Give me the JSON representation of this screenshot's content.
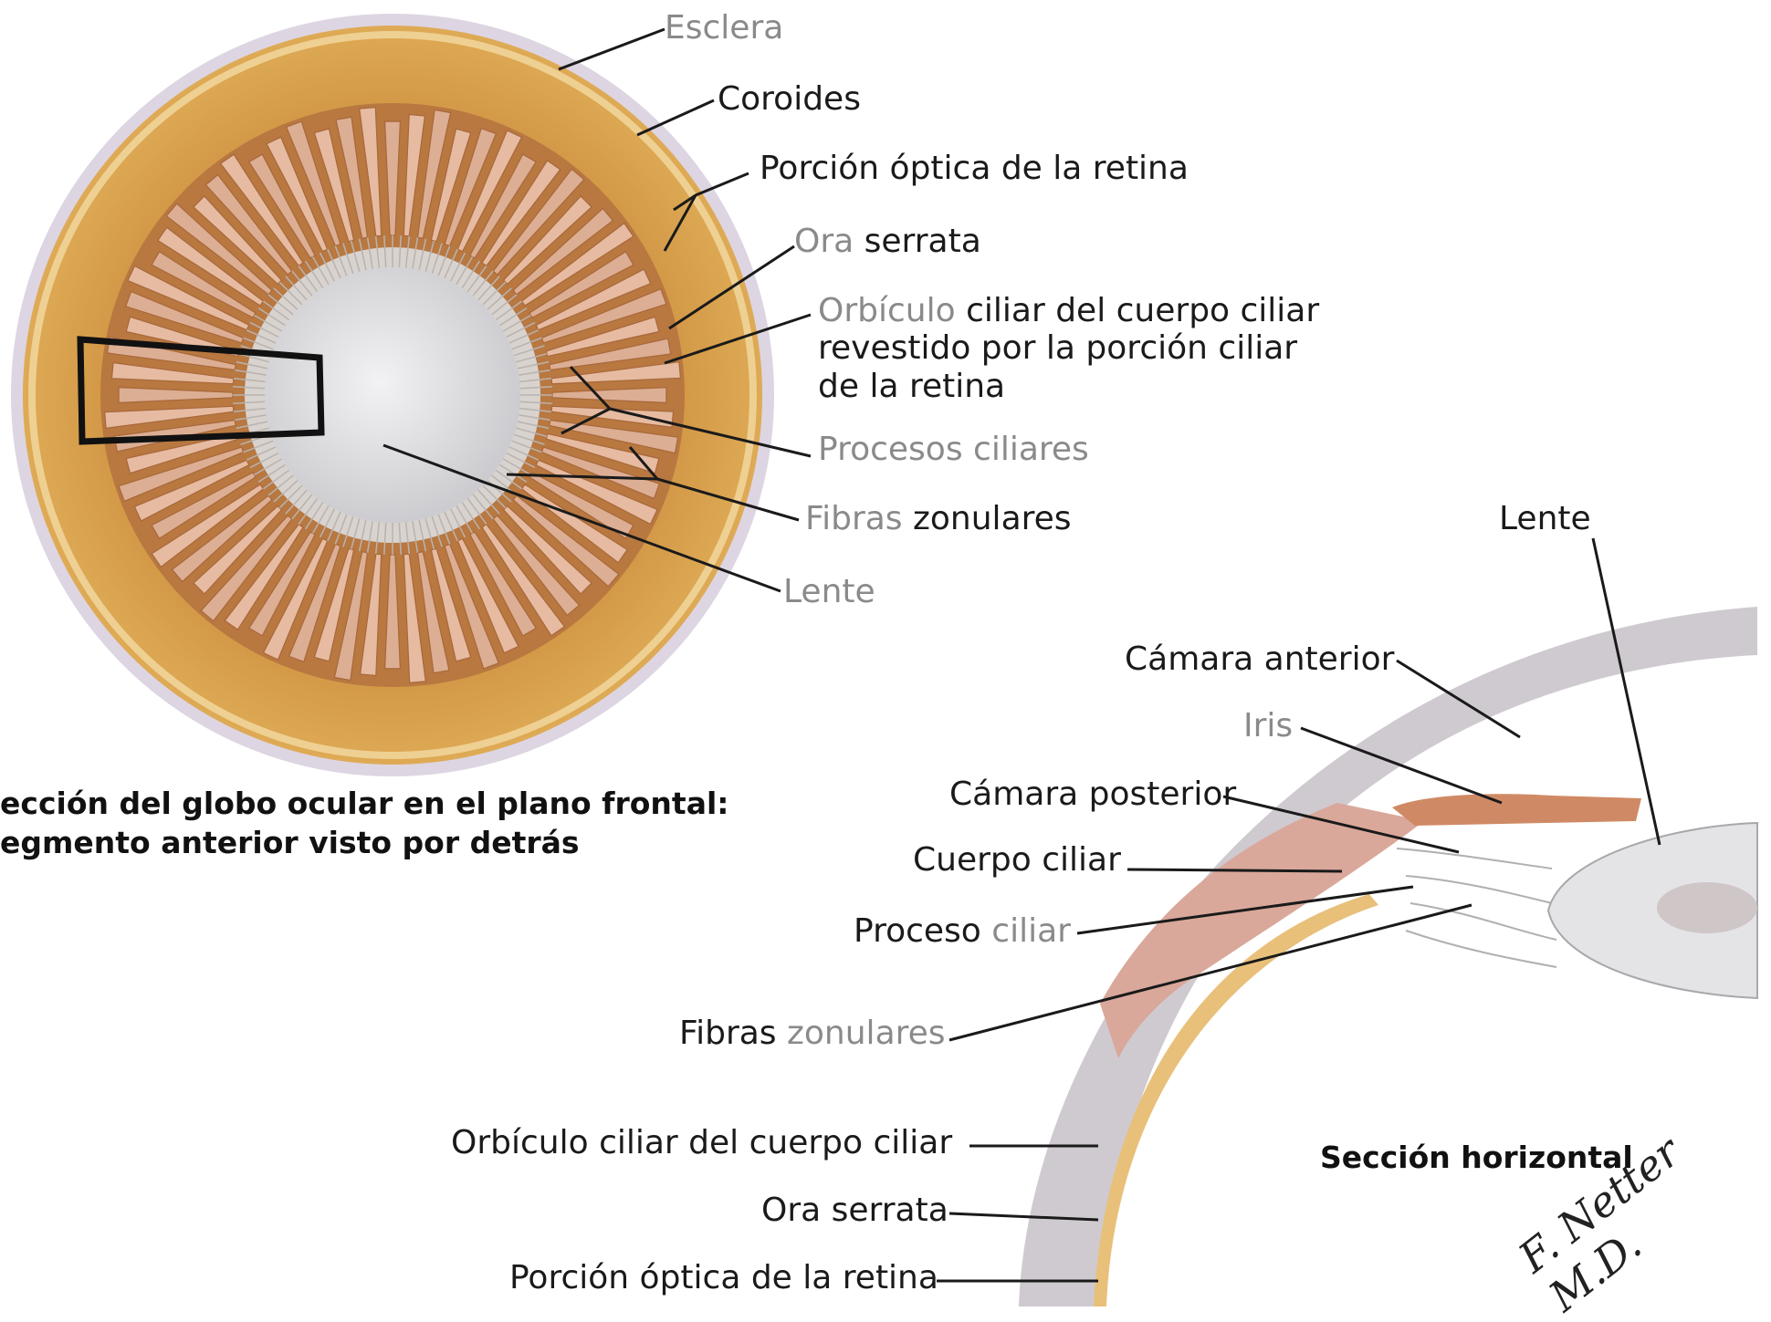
{
  "frontal": {
    "labels": {
      "esclera": "Esclera",
      "coroides": "Coroides",
      "porcion_optica": "Porción óptica de la retina",
      "ora_a": "Ora",
      "ora_b": " serrata",
      "orbiculo_a": "Orbículo",
      "orbiculo_b": " ciliar del cuerpo ciliar",
      "orbiculo_2": "revestido por la porción ciliar",
      "orbiculo_3": "de la retina",
      "procesos": "Procesos ciliares",
      "fibras_a": "Fibras",
      "fibras_b": " zonulares",
      "lente": "Lente"
    },
    "caption_1": "ección del globo ocular en el plano frontal:",
    "caption_2": "egmento anterior visto por detrás"
  },
  "horizontal": {
    "labels": {
      "lente": "Lente",
      "camara_anterior": "Cámara anterior",
      "iris": "Iris",
      "camara_posterior": "Cámara posterior",
      "cuerpo_ciliar": "Cuerpo ciliar",
      "proceso_a": "Proceso",
      "proceso_b": " ciliar",
      "fibras_a": "Fibras",
      "fibras_b": " zonulares",
      "orbiculo": "Orbículo ciliar del cuerpo ciliar",
      "ora": "Ora serrata",
      "porcion_optica": "Porción óptica de la retina"
    },
    "caption": "Sección horizontal"
  },
  "signature": "F. Netter M.D.",
  "colors": {
    "sclera": "#ddd5e2",
    "choroid": "#d9a24a",
    "ciliary_band": "#c8894a",
    "ciliary_process": "#e4b8a0",
    "lens": "#dcdcde",
    "line": "#1a1a1a",
    "gray_text": "#8a8a8a"
  }
}
